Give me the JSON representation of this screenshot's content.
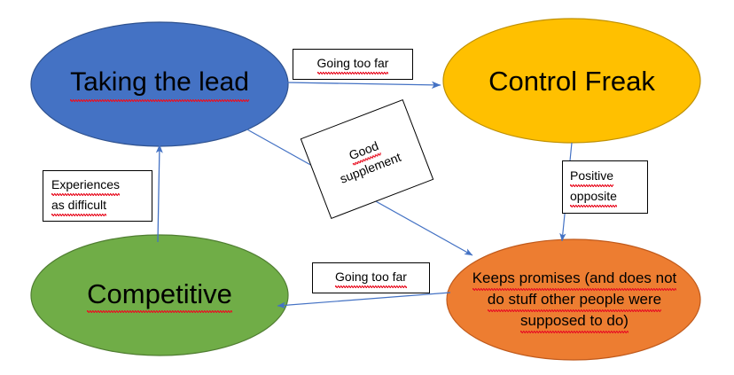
{
  "diagram": {
    "title": "Taking the lead / Control Freak / Competitive relationship diagram",
    "background": "#ffffff",
    "arrow_color": "#4472C4",
    "spellcheck_underline_color": "#e81123",
    "nodes": [
      {
        "id": "taking-the-lead",
        "label": "Taking the lead",
        "fill": "#4472C4",
        "stroke": "#2F528F",
        "text_color": "#000000",
        "position": "top-left"
      },
      {
        "id": "control-freak",
        "label": "Control Freak",
        "fill": "#FFC000",
        "stroke": "#BF9000",
        "text_color": "#000000",
        "position": "top-right"
      },
      {
        "id": "competitive",
        "label": "Competitive",
        "fill": "#70AD47",
        "stroke": "#507E32",
        "text_color": "#000000",
        "position": "bottom-left"
      },
      {
        "id": "keeps-promises",
        "label": "Keeps promises (and does not do stuff other people were supposed to do)",
        "lines": [
          "Keeps promises (and does not",
          "do stuff other people were",
          "supposed to do)"
        ],
        "fill": "#ED7D31",
        "stroke": "#C05A1C",
        "text_color": "#000000",
        "position": "bottom-right"
      }
    ],
    "connector_labels": [
      {
        "id": "going-too-far-top",
        "lines": [
          "Going too far"
        ],
        "from": "taking-the-lead",
        "to": "control-freak"
      },
      {
        "id": "good-supplement",
        "lines": [
          "Good",
          "supplement"
        ],
        "from": "taking-the-lead",
        "to": "keeps-promises",
        "rotation_deg": -21
      },
      {
        "id": "positive-opposite",
        "lines": [
          "Positive",
          "opposite"
        ],
        "from": "control-freak",
        "to": "keeps-promises"
      },
      {
        "id": "going-too-far-bottom",
        "lines": [
          "Going too far"
        ],
        "from": "keeps-promises",
        "to": "competitive"
      },
      {
        "id": "experiences-as-difficult",
        "lines": [
          "Experiences",
          "as difficult"
        ],
        "from": "competitive",
        "to": "taking-the-lead"
      }
    ]
  }
}
